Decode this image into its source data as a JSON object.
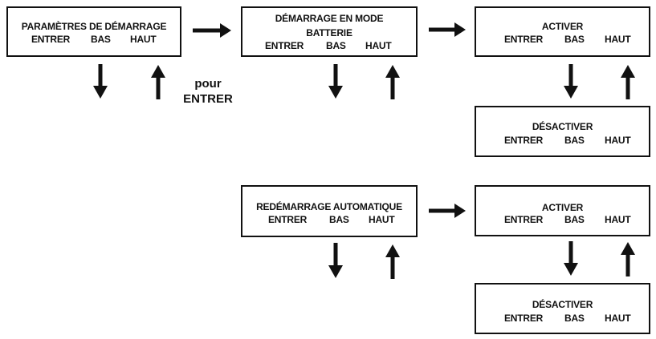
{
  "colors": {
    "ink": "#111111",
    "background": "#ffffff"
  },
  "options": {
    "enter": "ENTRER",
    "down": "BAS",
    "up": "HAUT"
  },
  "note": {
    "line1": "pour",
    "line2": "ENTRER"
  },
  "boxes": {
    "startup_settings": {
      "title": "PARAMÈTRES DE DÉMARRAGE"
    },
    "battery_mode_start": {
      "title_line1": "DÉMARRAGE EN MODE",
      "title_line2": "BATTERIE"
    },
    "battery_enable": {
      "title": "ACTIVER"
    },
    "battery_disable": {
      "title": "DÉSACTIVER"
    },
    "auto_restart": {
      "title": "REDÉMARRAGE AUTOMATIQUE"
    },
    "restart_enable": {
      "title": "ACTIVER"
    },
    "restart_disable": {
      "title": "DÉSACTIVER"
    }
  },
  "icons": [
    "arrow-right-icon",
    "arrow-down-icon",
    "arrow-up-icon"
  ]
}
